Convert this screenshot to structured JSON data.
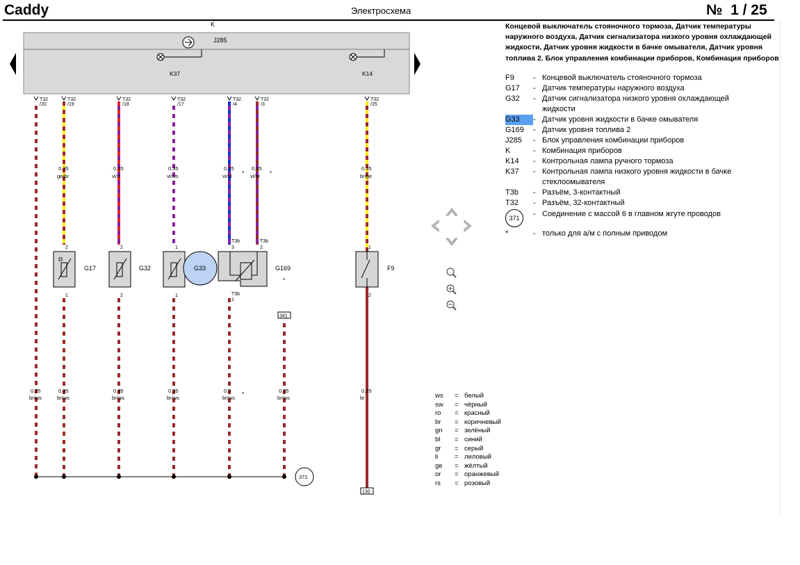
{
  "header": {
    "model": "Caddy",
    "title": "Электросхема",
    "page": "№  1 / 25"
  },
  "legend": {
    "title": "Концевой выключатель стояночного тормоза, Датчик температуры наружного воздуха, Датчик сигнализатора низкого уровня охлаждающей жидкости, Датчик уровня жидкости в бачке омывателя, Датчик уровня топлива 2. Блок управления комбинации приборов, Комбинация приборов",
    "items": [
      {
        "code": "F9",
        "desc": "Концевой выключатель стояночного тормоза"
      },
      {
        "code": "G17",
        "desc": "Датчик температуры наружного воздуха"
      },
      {
        "code": "G32",
        "desc": "Датчик сигнализатора низкого уровня охлаждающей жидкости"
      },
      {
        "code": "G33",
        "desc": "Датчик уровня жидкости в бачке омывателя"
      },
      {
        "code": "G169",
        "desc": "Датчик уровня топлива 2"
      },
      {
        "code": "J285",
        "desc": "Блок управления комбинации приборов"
      },
      {
        "code": "K",
        "desc": "Комбинация приборов"
      },
      {
        "code": "K14",
        "desc": "Контрольная лампа ручного тормоза"
      },
      {
        "code": "K37",
        "desc": "Контрольная лампа низкого уровня жидкости в бачке стеклоомывателя"
      },
      {
        "code": "T3b",
        "desc": "Разъём, 3-контактный"
      },
      {
        "code": "T32",
        "desc": "Разъём, 32-контактный"
      }
    ],
    "ground": {
      "code": "371",
      "desc": "Соединение с массой 6 в главном жгуте проводов"
    },
    "note": {
      "code": "*",
      "desc": "только для а/м с полным приводом"
    },
    "highlighted": "G33"
  },
  "color_codes": [
    {
      "code": "ws",
      "name": "белый"
    },
    {
      "code": "sw",
      "name": "чёрный"
    },
    {
      "code": "ro",
      "name": "красный"
    },
    {
      "code": "br",
      "name": "коричневый"
    },
    {
      "code": "gn",
      "name": "зелёный"
    },
    {
      "code": "bl",
      "name": "синий"
    },
    {
      "code": "gr",
      "name": "серый"
    },
    {
      "code": "li",
      "name": "лиловый"
    },
    {
      "code": "ge",
      "name": "жёлтый"
    },
    {
      "code": "or",
      "name": "оранжевый"
    },
    {
      "code": "rs",
      "name": "розовый"
    }
  ],
  "diagram": {
    "unit_label": "K",
    "ecu_label": "J285",
    "lamps": [
      "K37",
      "K14"
    ],
    "wires": [
      {
        "pin_top": [
          "T32",
          "/20"
        ],
        "upper": null,
        "lower": [
          "0.35",
          "br/ws"
        ]
      },
      {
        "pin_top": [
          "T32",
          "/19"
        ],
        "upper": [
          "0.35",
          "ge/br"
        ],
        "lower": [
          "0.35",
          "br/ws"
        ]
      },
      {
        "pin_top": [
          "T32",
          "/18"
        ],
        "upper": [
          "0.35",
          "vi/rt"
        ],
        "lower": [
          "0.35",
          "br/ws"
        ]
      },
      {
        "pin_top": [
          "T32",
          "/17"
        ],
        "upper": [
          "0.35",
          "vi/ws"
        ],
        "lower": [
          "0.35",
          "br/ws"
        ]
      },
      {
        "pin_top": [
          "T32",
          "/4"
        ],
        "upper": [
          "0.35",
          "vi/bl"
        ],
        "lower": [
          "0.5",
          "br/ws"
        ]
      },
      {
        "pin_top": [
          "T32",
          "/3"
        ],
        "upper": [
          "0.35",
          "vi/br"
        ],
        "lower": [
          "0.35",
          "br/ws"
        ]
      },
      {
        "pin_top": [
          "T32",
          "/25"
        ],
        "upper": [
          "0.35",
          "br/ge"
        ],
        "lower": [
          "0.35",
          "br"
        ]
      }
    ],
    "components": [
      "G17",
      "G32",
      "G33",
      "G169",
      "F9"
    ],
    "pins": [
      "2",
      "1",
      "2",
      "2",
      "1",
      "3",
      "1",
      "1",
      "2"
    ],
    "connector": "T3b",
    "refs": [
      "341",
      "130",
      "371"
    ],
    "asterisk": "*"
  }
}
